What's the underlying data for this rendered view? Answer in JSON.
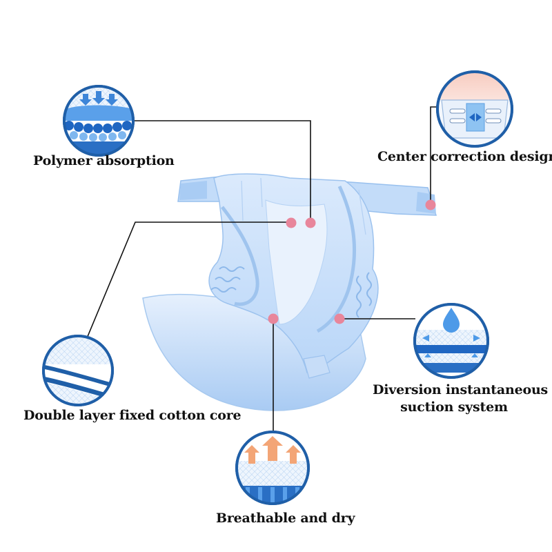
{
  "features": {
    "polymer": {
      "label": "Polymer absorption",
      "icon": "absorbent-polymer-layer-icon"
    },
    "center": {
      "label": "Center correction design",
      "icon": "diaper-center-design-icon"
    },
    "diversion": {
      "line1": "Diversion instantaneous",
      "line2": "suction system",
      "icon": "water-drop-diversion-icon"
    },
    "double": {
      "label": "Double layer fixed cotton core",
      "icon": "double-layer-core-icon"
    },
    "breathable": {
      "label": "Breathable and dry",
      "icon": "breathable-arrows-icon"
    }
  },
  "colors": {
    "diaper": "#cfe3fb",
    "diaper_dark": "#9cc4f2",
    "marker": "#e8869b",
    "icon_ring": "#1f5fa8",
    "leader_line": "#111111"
  }
}
